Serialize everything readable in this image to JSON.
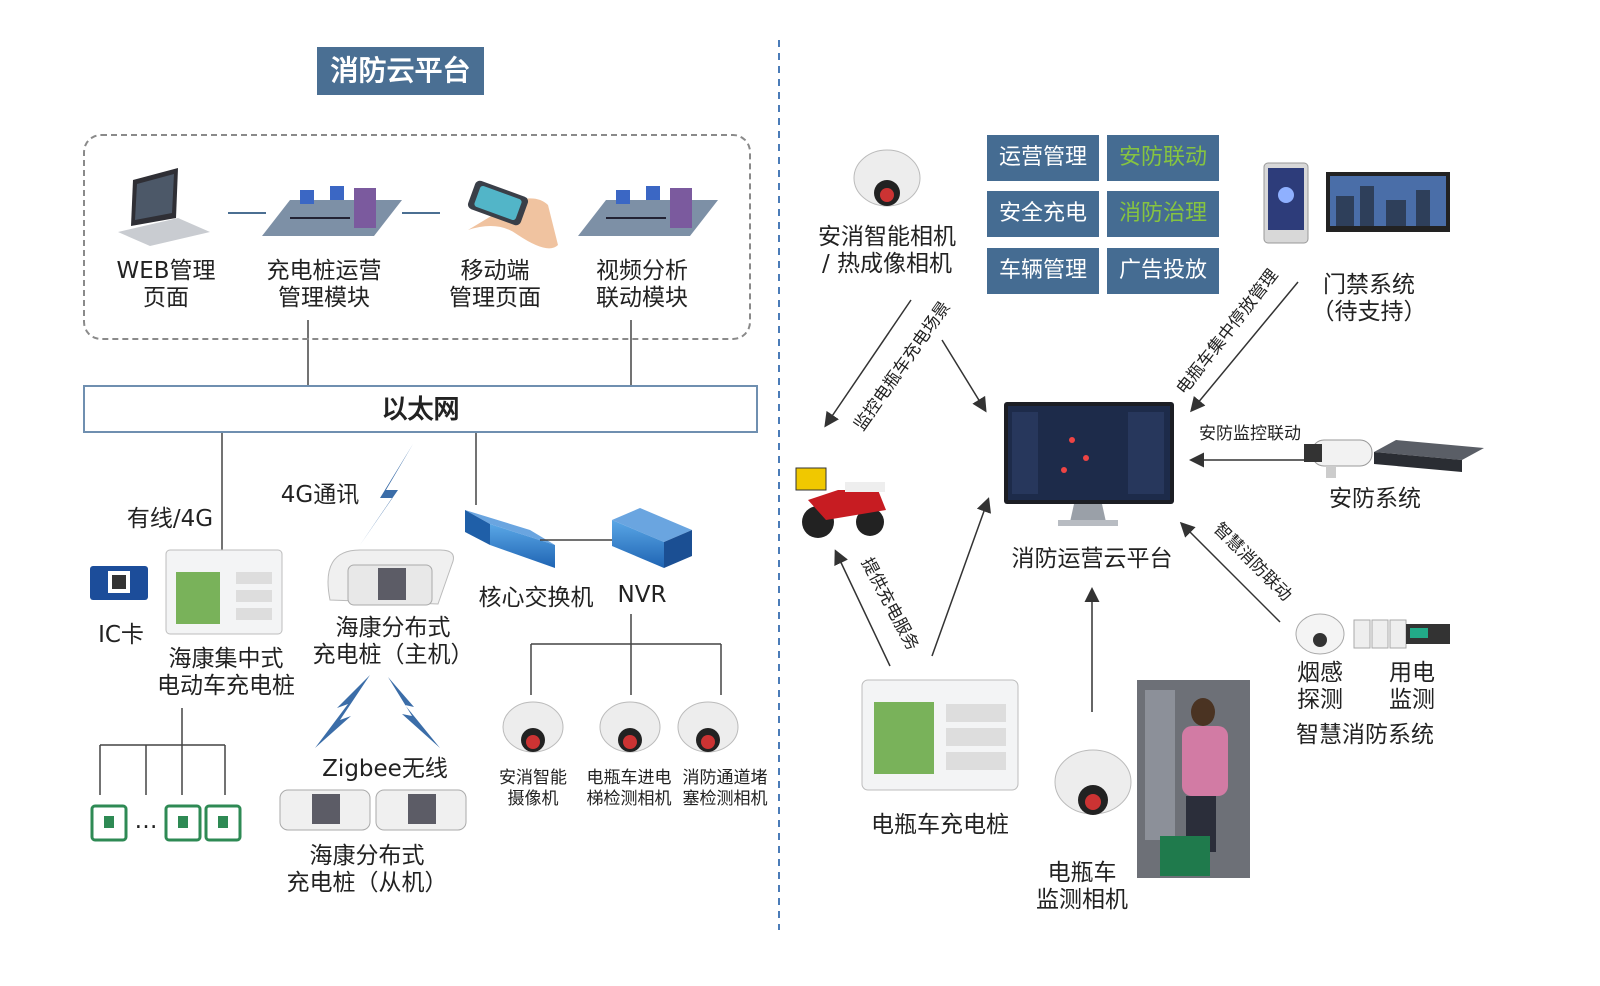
{
  "left": {
    "title": "消防云平台",
    "modules": [
      {
        "line1": "WEB管理",
        "line2": "页面",
        "icon": "laptop-icon"
      },
      {
        "line1": "充电桩运营",
        "line2": "管理模块",
        "icon": "network-icon"
      },
      {
        "line1": "移动端",
        "line2": "管理页面",
        "icon": "phone-hand-icon"
      },
      {
        "line1": "视频分析",
        "line2": "联动模块",
        "icon": "network-icon"
      }
    ],
    "ethernet": "以太网",
    "wired_4g": "有线/4G",
    "comm_4g": "4G通讯",
    "ic_card": "IC卡",
    "central_charger": {
      "line1": "海康集中式",
      "line2": "电动车充电桩"
    },
    "distributed_master": {
      "line1": "海康分布式",
      "line2": "充电桩（主机）"
    },
    "zigbee": "Zigbee无线",
    "distributed_slave": {
      "line1": "海康分布式",
      "line2": "充电桩（从机）"
    },
    "ellipsis": "…",
    "core_switch": "核心交换机",
    "nvr": "NVR",
    "cameras": [
      {
        "line1": "安消智能",
        "line2": "摄像机"
      },
      {
        "line1": "电瓶车进电",
        "line2": "梯检测相机"
      },
      {
        "line1": "消防通道堵",
        "line2": "塞检测相机"
      }
    ]
  },
  "right": {
    "camera": {
      "line1": "安消智能相机",
      "line2": "/ 热成像相机"
    },
    "tiles": [
      {
        "label": "运营管理",
        "color": "#ffffff"
      },
      {
        "label": "安防联动",
        "color": "#86c440"
      },
      {
        "label": "安全充电",
        "color": "#ffffff"
      },
      {
        "label": "消防治理",
        "color": "#86c440"
      },
      {
        "label": "车辆管理",
        "color": "#ffffff"
      },
      {
        "label": "广告投放",
        "color": "#ffffff"
      }
    ],
    "access": {
      "line1": "门禁系统",
      "line2": "（待支持）"
    },
    "arrow_monitor": "监控电瓶车充电场景",
    "arrow_parking": "电瓶车集中停放管理",
    "arrow_security": "安防监控联动",
    "security_system": "安防系统",
    "platform": "消防运营云平台",
    "arrow_fire": "智慧消防联动",
    "arrow_charge": "提供充电服务",
    "smoke": {
      "line1": "烟感",
      "line2": "探测"
    },
    "power": {
      "line1": "用电",
      "line2": "监测"
    },
    "smart_fire": "智慧消防系统",
    "ev_charger": "电瓶车充电桩",
    "ev_camera": {
      "line1": "电瓶车",
      "line2": "监测相机"
    }
  }
}
